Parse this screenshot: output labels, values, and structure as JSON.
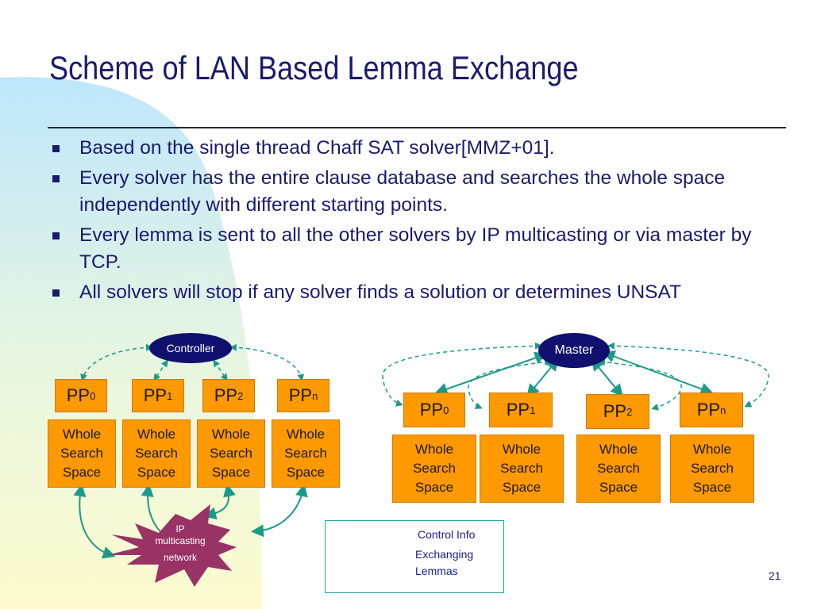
{
  "title": "Scheme of LAN Based Lemma Exchange",
  "bullets": [
    "Based on the single thread Chaff SAT solver[MMZ+01].",
    "Every solver has the entire clause database and searches the whole space independently with different starting points.",
    "Every lemma is sent to all the other solvers by IP multicasting or via master by TCP.",
    "All solvers will stop if any solver finds a solution or determines UNSAT"
  ],
  "left_diagram": {
    "controller": "Controller",
    "pp_label": "PP",
    "pp_subs": [
      "0",
      "1",
      "2",
      "n"
    ],
    "ws_lines": [
      "Whole",
      "Search",
      "Space"
    ],
    "network": [
      "IP",
      "multicasting",
      "network"
    ]
  },
  "right_diagram": {
    "master": "Master",
    "pp_label": "PP",
    "pp_subs": [
      "0",
      "1",
      "2",
      "n"
    ],
    "ws_lines": [
      "Whole",
      "Search",
      "Space"
    ]
  },
  "legend": {
    "control": "Control Info",
    "exchanging_1": "Exchanging",
    "exchanging_2": "Lemmas"
  },
  "page_number": "21",
  "colors": {
    "title": "#1a1a6e",
    "box": "#ff9900",
    "ellipse": "#10106e",
    "network": "#993366",
    "arrow": "#1a9a8a"
  }
}
